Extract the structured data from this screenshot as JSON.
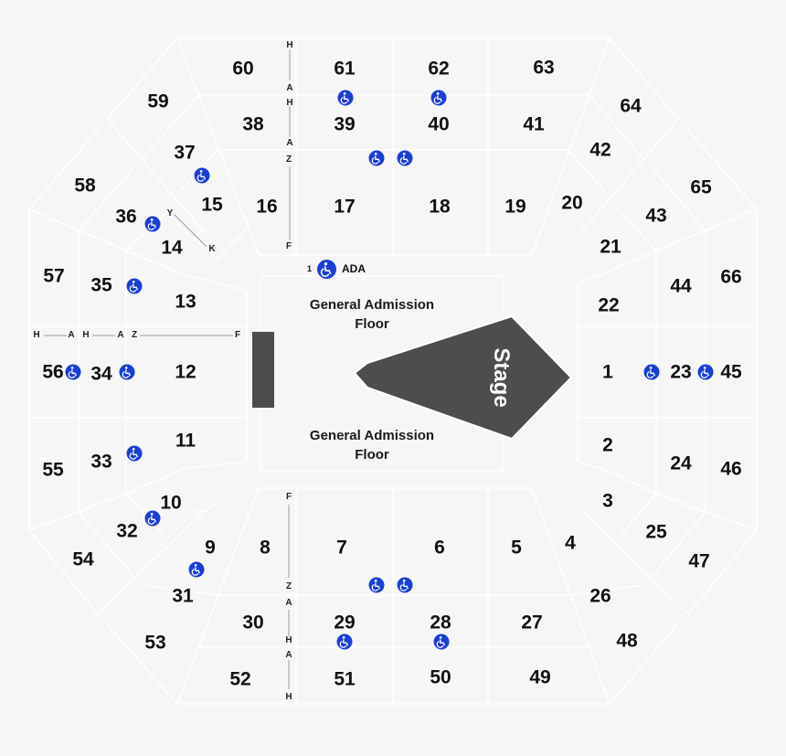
{
  "map": {
    "title": "Arena seating chart",
    "colors": {
      "background": "#f6f6f6",
      "section_outline": "#ffffff",
      "stage_fill": "#4d4d4d",
      "accessible_icon": "#1a3fd6",
      "label_text": "#111111"
    },
    "stage": {
      "label": "Stage"
    },
    "floor": [
      {
        "id": "ga-floor-top",
        "label_line1": "General Admission",
        "label_line2": "Floor"
      },
      {
        "id": "ga-floor-bottom",
        "label_line1": "General Admission",
        "label_line2": "Floor"
      }
    ],
    "ada_legend": {
      "number": "1",
      "label": "ADA"
    },
    "sections": {
      "s1": "1",
      "s2": "2",
      "s3": "3",
      "s4": "4",
      "s5": "5",
      "s6": "6",
      "s7": "7",
      "s8": "8",
      "s9": "9",
      "s10": "10",
      "s11": "11",
      "s12": "12",
      "s13": "13",
      "s14": "14",
      "s15": "15",
      "s16": "16",
      "s17": "17",
      "s18": "18",
      "s19": "19",
      "s20": "20",
      "s21": "21",
      "s22": "22",
      "s23": "23",
      "s24": "24",
      "s25": "25",
      "s26": "26",
      "s27": "27",
      "s28": "28",
      "s29": "29",
      "s30": "30",
      "s31": "31",
      "s32": "32",
      "s33": "33",
      "s34": "34",
      "s35": "35",
      "s36": "36",
      "s37": "37",
      "s38": "38",
      "s39": "39",
      "s40": "40",
      "s41": "41",
      "s42": "42",
      "s43": "43",
      "s44": "44",
      "s45": "45",
      "s46": "46",
      "s47": "47",
      "s48": "48",
      "s49": "49",
      "s50": "50",
      "s51": "51",
      "s52": "52",
      "s53": "53",
      "s54": "54",
      "s55": "55",
      "s56": "56",
      "s57": "57",
      "s58": "58",
      "s59": "59",
      "s60": "60",
      "s61": "61",
      "s62": "62",
      "s63": "63",
      "s64": "64",
      "s65": "65",
      "s66": "66"
    },
    "row_markers": {
      "top_h1": "H",
      "top_a1": "A",
      "top_h2": "H",
      "top_a2": "A",
      "top_z": "Z",
      "top_f": "F",
      "left_h1": "H",
      "left_a1": "A",
      "left_h2": "H",
      "left_a2": "A",
      "left_z": "Z",
      "left_f": "F",
      "bot_f": "F",
      "bot_z": "Z",
      "bot_a1": "A",
      "bot_h1": "H",
      "bot_a2": "A",
      "bot_h2": "H",
      "diag_y": "Y",
      "diag_k": "K"
    }
  }
}
